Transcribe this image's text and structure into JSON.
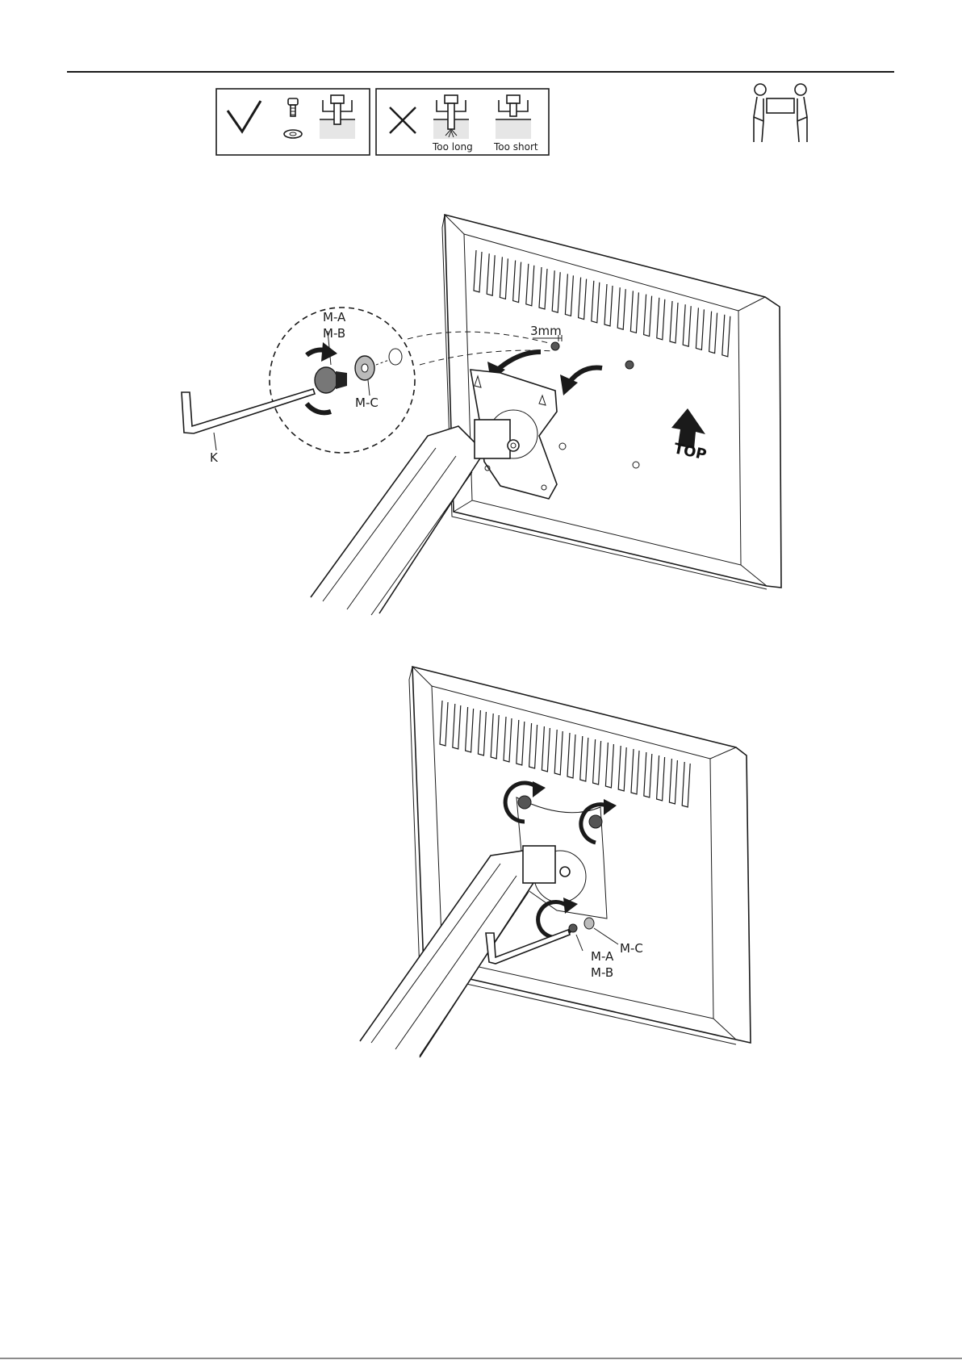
{
  "hints": {
    "too_long": "Too long",
    "too_short": "Too short"
  },
  "step1": {
    "label_ma": "M-A",
    "label_mb": "M-B",
    "label_mc": "M-C",
    "label_k": "K",
    "gap": "3mm",
    "top": "TOP"
  },
  "step2": {
    "label_ma": "M-A",
    "label_mb": "M-B",
    "label_mc": "M-C"
  },
  "icons": {
    "correct": "check-icon",
    "wrong": "cross-icon",
    "two_people": "two-person-lift-icon"
  }
}
